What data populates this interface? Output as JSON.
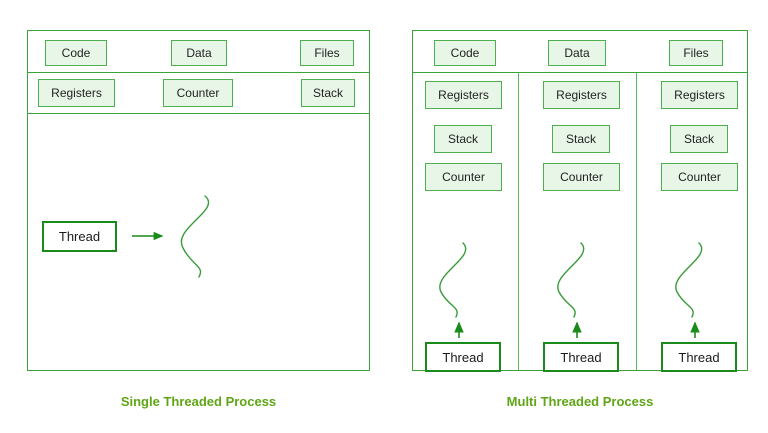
{
  "diagram": {
    "title_left": "Single Threaded Process",
    "title_right": "Multi Threaded Process",
    "colors": {
      "panel_border": "#3aa33a",
      "cell_fill": "#e8f6e8",
      "cell_border": "#4caf50",
      "thread_border": "#1a8a1a",
      "squiggle": "#3a9b3a",
      "caption_text": "#5fa515",
      "background": "#ffffff"
    }
  },
  "single_threaded": {
    "caption": "Single Threaded Process",
    "row_top": [
      {
        "label": "Code"
      },
      {
        "label": "Data"
      },
      {
        "label": "Files"
      }
    ],
    "row_middle": [
      {
        "label": "Registers"
      },
      {
        "label": "Counter"
      },
      {
        "label": "Stack"
      }
    ],
    "thread": {
      "label": "Thread"
    },
    "arrow": {
      "direction": "right"
    },
    "squiggle_count": 1
  },
  "multi_threaded": {
    "caption": "Multi Threaded Process",
    "row_top": [
      {
        "label": "Code"
      },
      {
        "label": "Data"
      },
      {
        "label": "Files"
      }
    ],
    "columns": [
      {
        "name": "thread-column-1",
        "cells": [
          {
            "label": "Registers"
          },
          {
            "label": "Stack"
          },
          {
            "label": "Counter"
          }
        ],
        "thread": {
          "label": "Thread"
        },
        "arrow": {
          "direction": "up"
        }
      },
      {
        "name": "thread-column-2",
        "cells": [
          {
            "label": "Registers"
          },
          {
            "label": "Stack"
          },
          {
            "label": "Counter"
          }
        ],
        "thread": {
          "label": "Thread"
        },
        "arrow": {
          "direction": "up"
        }
      },
      {
        "name": "thread-column-3",
        "cells": [
          {
            "label": "Registers"
          },
          {
            "label": "Stack"
          },
          {
            "label": "Counter"
          }
        ],
        "thread": {
          "label": "Thread"
        },
        "arrow": {
          "direction": "up"
        }
      }
    ]
  }
}
